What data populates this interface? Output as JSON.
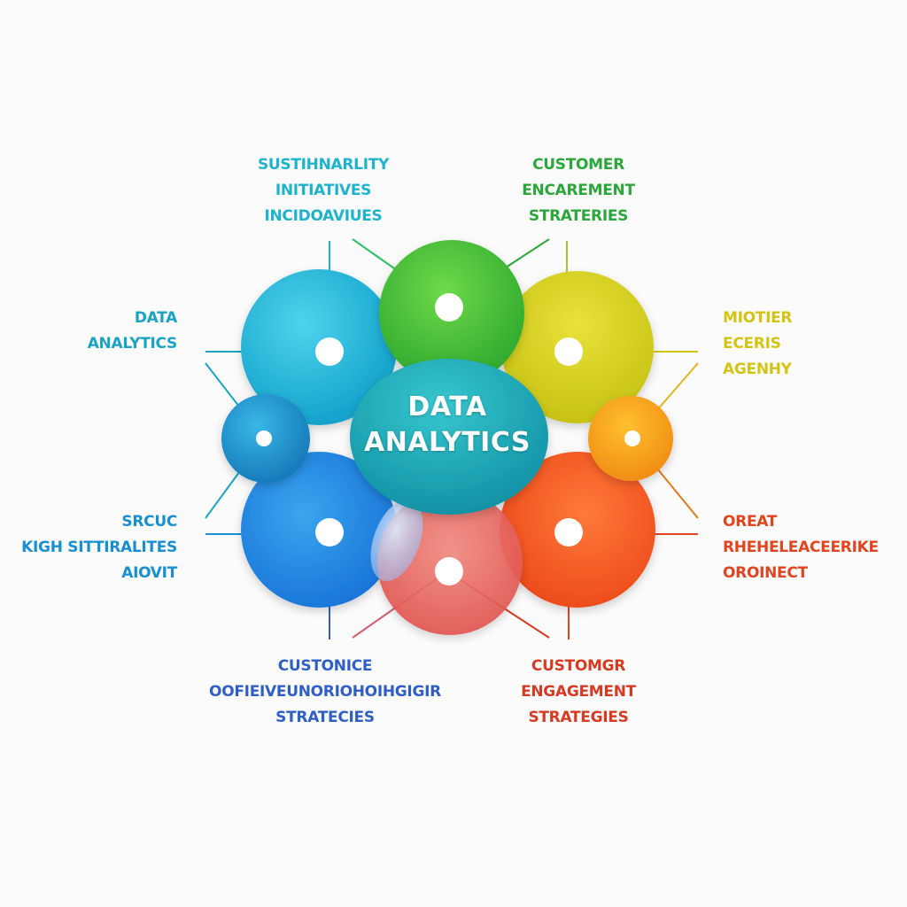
{
  "center": {
    "line1": "DATA",
    "line2": "ANALYTICS",
    "color": "#13a6b3"
  },
  "nodes": [
    {
      "id": "top-left",
      "color": "#1fb2cc",
      "lines": [
        "SUSTIHNARLITY",
        "INITIATIVES",
        "INCIDOAVIUES"
      ]
    },
    {
      "id": "top-right",
      "color": "#2aa63a",
      "lines": [
        "CUSTOMER",
        "ENCAREMENT",
        "STRATERIES"
      ]
    },
    {
      "id": "left-upper",
      "color": "#1aa3c4",
      "lines": [
        "DATA",
        "ANALYTICS"
      ]
    },
    {
      "id": "right-upper",
      "color": "#d3c414",
      "lines": [
        "MIOTIER",
        "ECERIS",
        "AGENHY"
      ]
    },
    {
      "id": "left-lower",
      "color": "#1a8fd0",
      "lines": [
        "SRCUC",
        "KIGH SITTIRALITES",
        "AIOVIT"
      ]
    },
    {
      "id": "right-lower",
      "color": "#e0451f",
      "lines": [
        "OREAT",
        "RHEHELEACEERIKE",
        "OROINECT"
      ]
    },
    {
      "id": "bottom-left",
      "color": "#2f5fc4",
      "lines": [
        "CUSTONICE",
        "OOFIEIVEUNORIOHOIHGIGIR",
        "STRATECIES"
      ]
    },
    {
      "id": "bottom-right",
      "color": "#d63a23",
      "lines": [
        "CUSTOMGR",
        "ENGAGEMENT",
        "STRATEGIES"
      ]
    }
  ]
}
